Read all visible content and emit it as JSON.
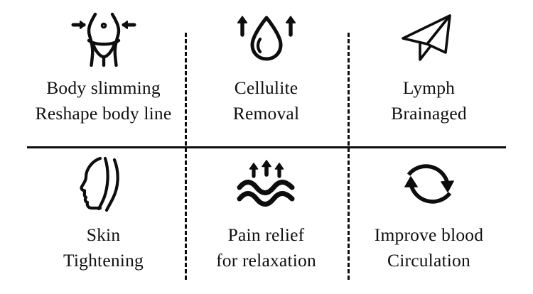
{
  "page": {
    "background_color": "#ffffff",
    "text_color": "#0f0f0f",
    "line_color": "#0d0d0d"
  },
  "features": [
    {
      "icon": "body-slimming-torso-icon",
      "line1": "Body slimming",
      "line2": "Reshape body line"
    },
    {
      "icon": "water-droplet-up-arrows-icon",
      "line1": "Cellulite",
      "line2": "Removal"
    },
    {
      "icon": "paper-plane-icon",
      "line1": "Lymph",
      "line2": "Brainaged"
    },
    {
      "icon": "face-profile-icon",
      "line1": "Skin",
      "line2": "Tightening"
    },
    {
      "icon": "waves-up-arrows-icon",
      "line1": "Pain relief",
      "line2": "for relaxation"
    },
    {
      "icon": "circular-arrows-icon",
      "line1": "Improve blood",
      "line2": "Circulation"
    }
  ]
}
